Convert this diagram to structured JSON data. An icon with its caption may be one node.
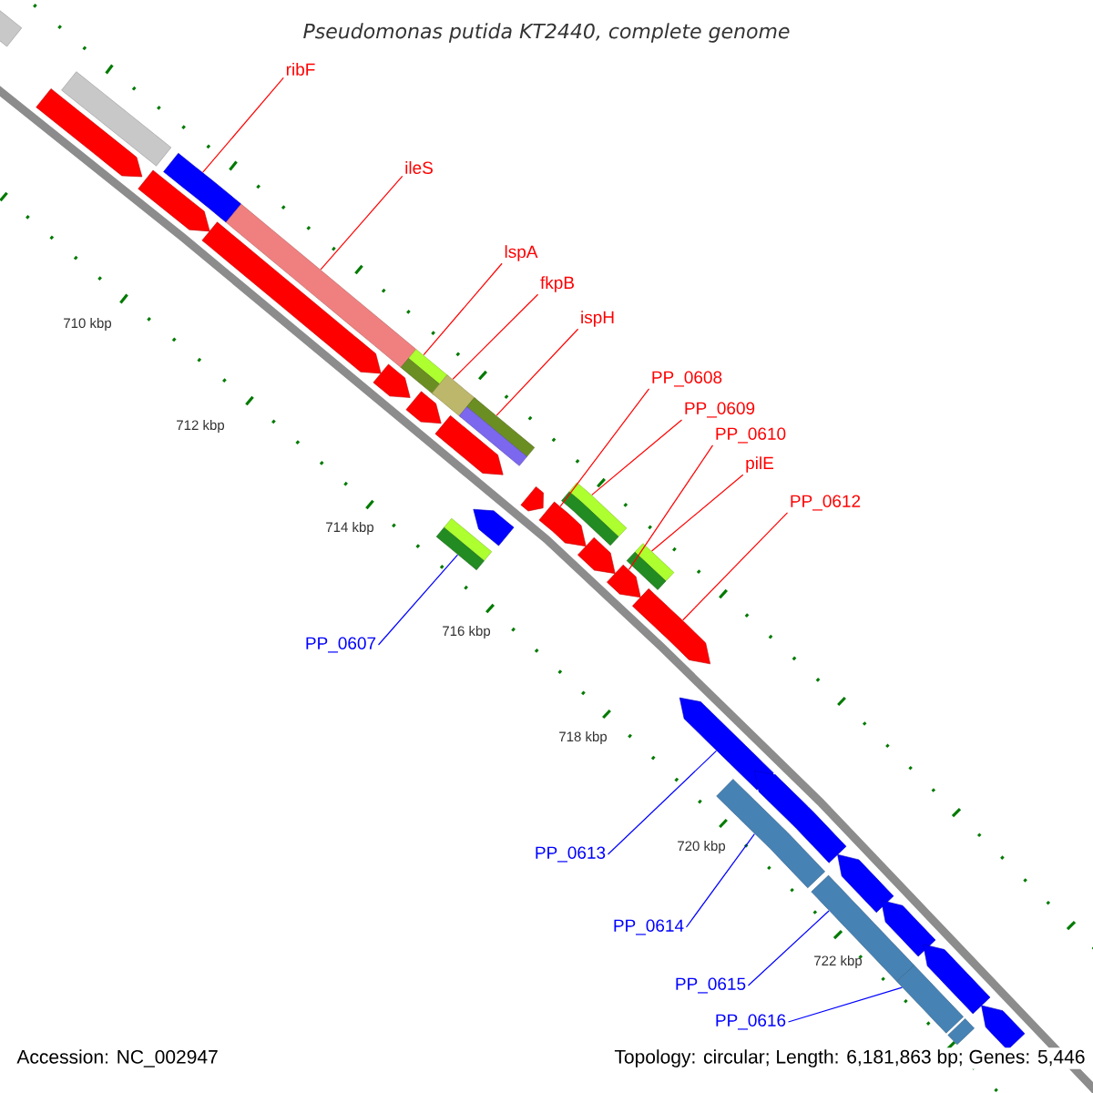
{
  "diagram": {
    "title": "Pseudomonas putida KT2440, complete genome",
    "nodes": [
      {
        "text": [
          "ribF"
        ]
      },
      {
        "text": [
          "ileS"
        ]
      },
      {
        "text": [
          "lspA"
        ]
      },
      {
        "text": [
          "fkpB"
        ]
      },
      {
        "text": [
          "ispH"
        ]
      },
      {
        "text": [
          "PP_0608"
        ]
      },
      {
        "text": [
          "PP_0609"
        ]
      },
      {
        "text": [
          "PP_0610"
        ]
      },
      {
        "text": [
          "pilE"
        ]
      },
      {
        "text": [
          "PP_0612"
        ]
      },
      {
        "text": [
          "PP_0607"
        ]
      },
      {
        "text": [
          "PP_0613"
        ]
      },
      {
        "text": [
          "PP_0614"
        ]
      },
      {
        "text": [
          "PP_0615"
        ]
      },
      {
        "text": [
          "PP_0616"
        ]
      },
      {
        "text": [],
        "shape": "box"
      },
      {
        "text": [],
        "shape": "arrow"
      },
      {
        "text": [],
        "shape": "box"
      },
      {
        "text": [],
        "shape": "arrow"
      },
      {
        "text": [],
        "shape": "box"
      },
      {
        "text": [],
        "shape": "arrow"
      },
      {
        "text": [],
        "shape": "box"
      },
      {
        "text": [],
        "shape": "arrow"
      },
      {
        "text": [],
        "shape": "box"
      },
      {
        "text": [],
        "shape": "arrow"
      },
      {
        "text": [],
        "shape": "box"
      },
      {
        "text": [],
        "shape": "arrow"
      },
      {
        "text": [],
        "shape": "box"
      },
      {
        "text": [],
        "shape": "box"
      },
      {
        "text": [],
        "shape": "arrow"
      },
      {
        "text": [],
        "shape": "arrow"
      },
      {
        "text": [],
        "shape": "arrow"
      },
      {
        "text": [],
        "shape": "box"
      },
      {
        "text": [],
        "shape": "arrow"
      },
      {
        "text": [],
        "shape": "arrow"
      },
      {
        "text": [],
        "shape": "box"
      },
      {
        "text": [],
        "shape": "arrow"
      },
      {
        "text": [],
        "shape": "arrow"
      },
      {
        "text": [],
        "shape": "box"
      },
      {
        "text": [],
        "shape": "arrow"
      },
      {
        "text": [],
        "shape": "box"
      },
      {
        "text": [],
        "shape": "arrow"
      },
      {
        "text": [],
        "shape": "arrow"
      },
      {
        "text": [],
        "shape": "box"
      },
      {
        "text": [],
        "shape": "arrow"
      },
      {
        "text": [],
        "shape": "arrow"
      },
      {
        "text": [],
        "shape": "box"
      }
    ],
    "edges": [
      {
        "from": 0,
        "to": 19,
        "arrow": "none"
      },
      {
        "from": 1,
        "to": 21,
        "arrow": "none"
      },
      {
        "from": 2,
        "to": 23,
        "arrow": "none"
      },
      {
        "from": 3,
        "to": 25,
        "arrow": "none"
      },
      {
        "from": 4,
        "to": 28,
        "arrow": "none"
      },
      {
        "from": 5,
        "to": 31,
        "arrow": "none"
      },
      {
        "from": 6,
        "to": 32,
        "arrow": "none"
      },
      {
        "from": 7,
        "to": 34,
        "arrow": "none"
      },
      {
        "from": 8,
        "to": 35,
        "arrow": "none"
      },
      {
        "from": 9,
        "to": 36,
        "arrow": "none"
      },
      {
        "from": 10,
        "to": 27,
        "arrow": "none",
        "color": "#0000ff"
      },
      {
        "from": 11,
        "to": 37,
        "arrow": "none",
        "color": "#0000ff"
      },
      {
        "from": 12,
        "to": 38,
        "arrow": "none",
        "color": "#0000ff"
      },
      {
        "from": 13,
        "to": 40,
        "arrow": "none",
        "color": "#0000ff"
      },
      {
        "from": 14,
        "to": 43,
        "arrow": "none",
        "color": "#0000ff"
      }
    ],
    "labels": [
      "710 kbp",
      "712 kbp",
      "714 kbp",
      "716 kbp",
      "718 kbp",
      "720 kbp",
      "722 kbp",
      "Accession: NC_002947",
      "Topology: circular; Length: 6,181,863 bp; Genes: 5,446"
    ]
  }
}
